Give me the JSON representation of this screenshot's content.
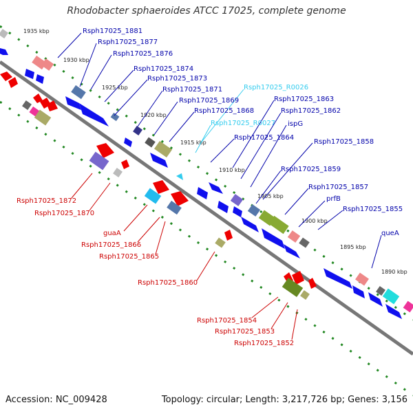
{
  "title": "Rhodobacter sphaeroides ATCC 17025, complete genome",
  "footer": {
    "accession": "Accession: NC_009428",
    "summary": "Topology: circular; Length: 3,217,726 bp; Genes: 3,156"
  },
  "colors": {
    "forward_strand": "#0000ee",
    "forward_label": "#0000aa",
    "reverse_label": "#cc0000",
    "rna_label": "#33ccee",
    "backbone": "#777777",
    "tick_dots": "#228822"
  },
  "scale_labels": [
    "1935 kbp",
    "1930 kbp",
    "1925 kbp",
    "1920 kbp",
    "1915 kbp",
    "1910 kbp",
    "1905 kbp",
    "1900 kbp",
    "1895 kbp",
    "1890 kbp"
  ],
  "labels": {
    "upper": [
      "Rsph17025_1881",
      "Rsph17025_1877",
      "Rsph17025_1876",
      "Rsph17025_1874",
      "Rsph17025_1873",
      "Rsph17025_1871",
      "Rsph17025_1869",
      "Rsph17025_1868",
      "Rsph17025_1863",
      "Rsph17025_1862",
      "ispG",
      "Rsph17025_1864",
      "Rsph17025_1858",
      "Rsph17025_1859",
      "Rsph17025_1857",
      "prfB",
      "Rsph17025_1855",
      "queA"
    ],
    "rna": [
      "Rsph17025_R0026",
      "Rsph17025_R0027"
    ],
    "lower": [
      "Rsph17025_1872",
      "Rsph17025_1870",
      "guaA",
      "Rsph17025_1866",
      "Rsph17025_1865",
      "Rsph17025_1860",
      "Rsph17025_1854",
      "Rsph17025_1853",
      "Rsph17025_1852"
    ]
  }
}
